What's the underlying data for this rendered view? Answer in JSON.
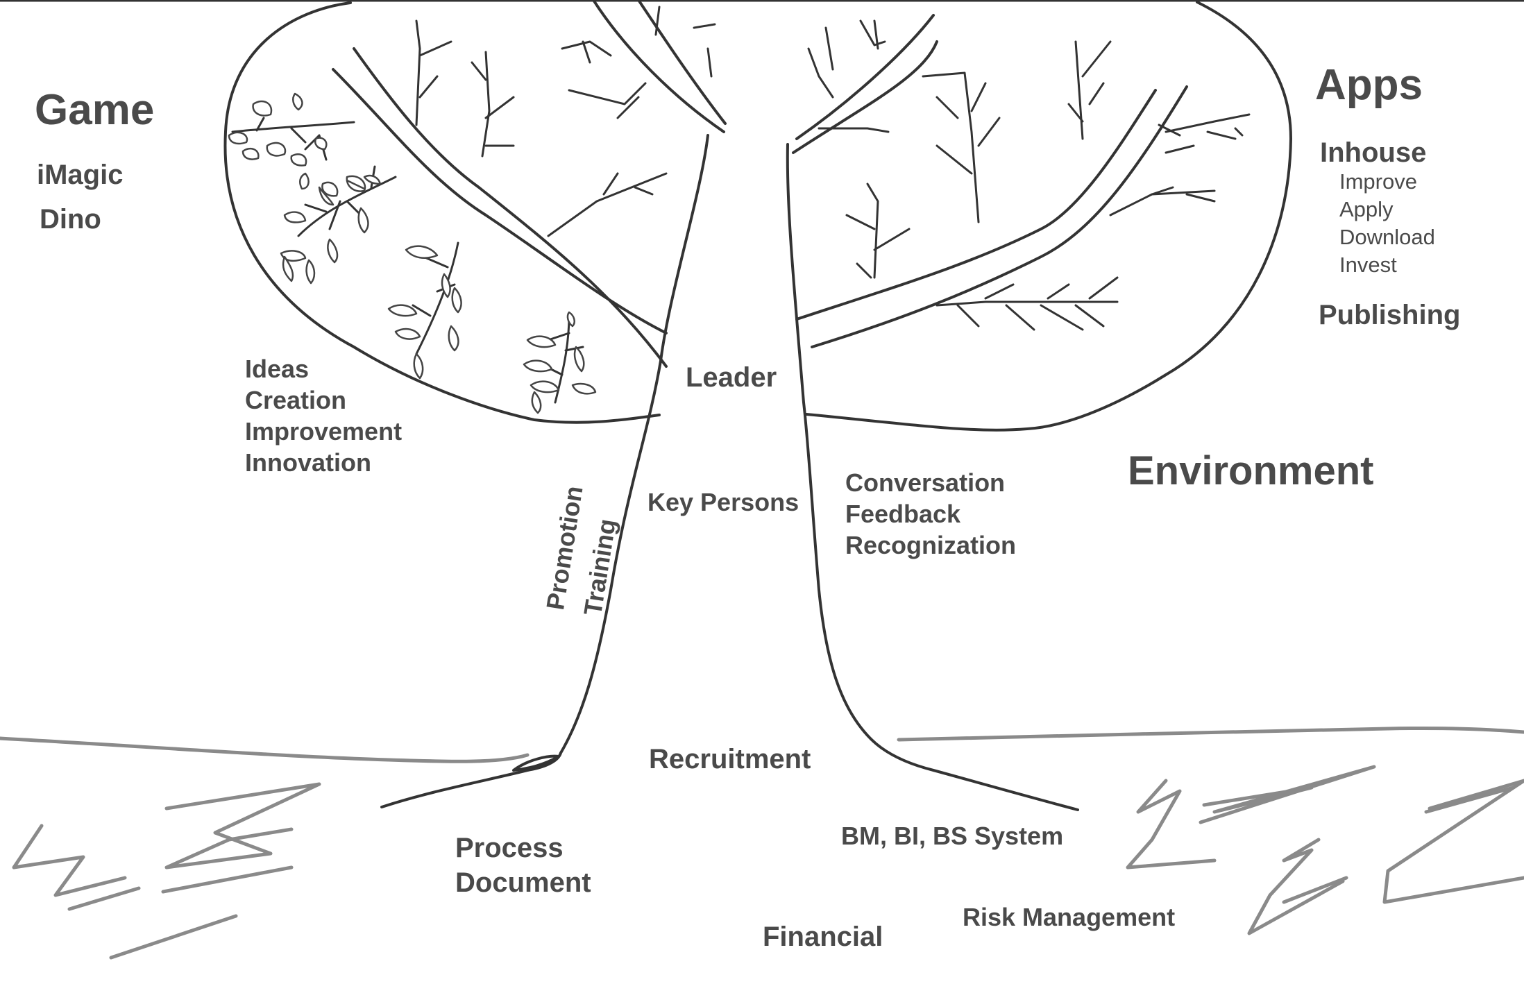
{
  "left_canopy": {
    "title": "Game",
    "items": [
      "iMagic",
      "Dino"
    ],
    "notes": [
      "Ideas",
      "Creation",
      "Improvement",
      "Innovation"
    ]
  },
  "right_canopy": {
    "title": "Apps",
    "inhouse": {
      "label": "Inhouse",
      "items": [
        "Improve",
        "Apply",
        "Download",
        "Invest"
      ]
    },
    "publishing": "Publishing",
    "environment": "Environment",
    "notes": [
      "Conversation",
      "Feedback",
      "Recognization"
    ]
  },
  "trunk": {
    "top": "Leader",
    "middle": "Key Persons",
    "side": [
      "Promotion",
      "Training"
    ]
  },
  "roots": {
    "recruitment": "Recruitment",
    "process": [
      "Process",
      "Document"
    ],
    "system": "BM, BI, BS System",
    "risk": "Risk Management",
    "financial": "Financial"
  },
  "colors": {
    "ink": "#333333",
    "ground": "#8a8a8a",
    "text": "#4a4a4a"
  }
}
